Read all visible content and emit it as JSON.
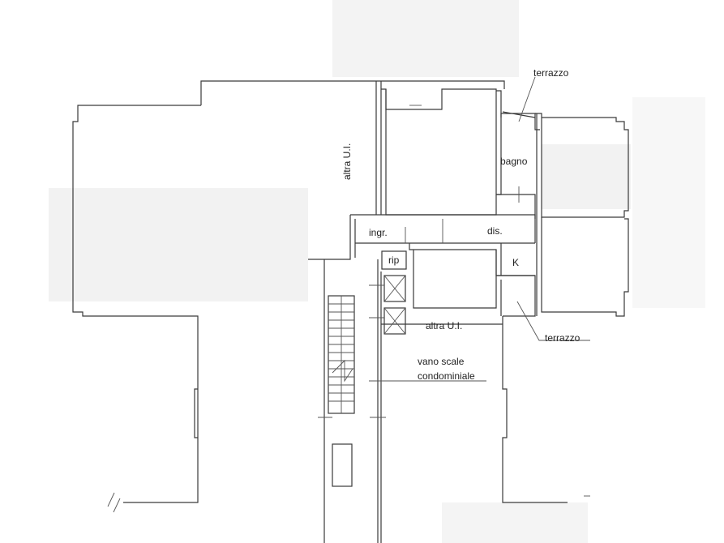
{
  "labels": {
    "terrazzo_top": "terrazzo",
    "altra_ui_vertical": "altra U.I.",
    "bagno": "bagno",
    "ingr": "ingr.",
    "dis": "dis.",
    "rip": "rip",
    "k": "K",
    "altra_ui_lower": "altra U.I.",
    "terrazzo_bottom": "terrazzo",
    "vano_scale_1": "vano scale",
    "vano_scale_2": "condominiale"
  }
}
